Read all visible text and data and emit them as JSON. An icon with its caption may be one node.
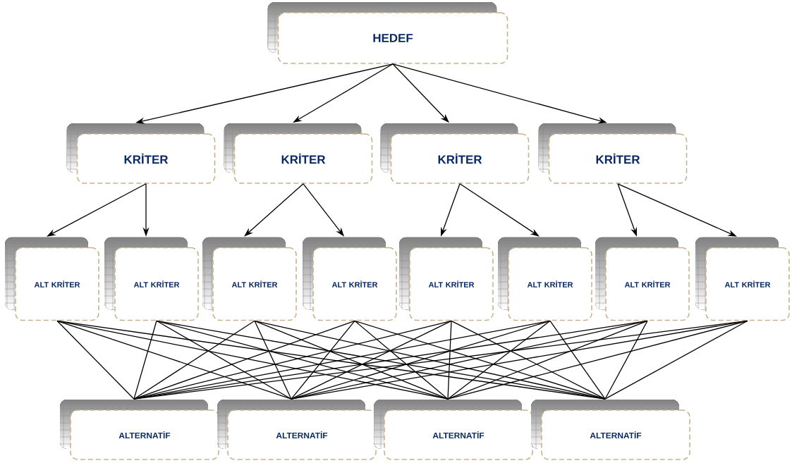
{
  "diagram": {
    "nodes": [
      {
        "text": [
          "HEDEF"
        ]
      },
      {
        "text": [
          "KRİTER"
        ]
      },
      {
        "text": [
          "KRİTER"
        ]
      },
      {
        "text": [
          "KRİTER"
        ]
      },
      {
        "text": [
          "KRİTER"
        ]
      },
      {
        "text": [
          "ALT KRİTER"
        ]
      },
      {
        "text": [
          "ALT KRİTER"
        ]
      },
      {
        "text": [
          "ALT KRİTER"
        ]
      },
      {
        "text": [
          "ALT KRİTER"
        ]
      },
      {
        "text": [
          "ALT KRİTER"
        ]
      },
      {
        "text": [
          "ALT KRİTER"
        ]
      },
      {
        "text": [
          "ALT KRİTER"
        ]
      },
      {
        "text": [
          "ALT KRİTER"
        ]
      },
      {
        "text": [
          "ALTERNATİF"
        ]
      },
      {
        "text": [
          "ALTERNATİF"
        ]
      },
      {
        "text": [
          "ALTERNATİF"
        ]
      },
      {
        "text": [
          "ALTERNATİF"
        ]
      }
    ],
    "edges": [
      {
        "from": 0,
        "to": 1,
        "arrow": "to"
      },
      {
        "from": 0,
        "to": 2,
        "arrow": "to"
      },
      {
        "from": 0,
        "to": 3,
        "arrow": "to"
      },
      {
        "from": 0,
        "to": 4,
        "arrow": "to"
      },
      {
        "from": 1,
        "to": 5,
        "arrow": "to"
      },
      {
        "from": 1,
        "to": 6,
        "arrow": "to"
      },
      {
        "from": 2,
        "to": 7,
        "arrow": "to"
      },
      {
        "from": 2,
        "to": 8,
        "arrow": "to"
      },
      {
        "from": 3,
        "to": 9,
        "arrow": "to"
      },
      {
        "from": 3,
        "to": 10,
        "arrow": "to"
      },
      {
        "from": 4,
        "to": 11,
        "arrow": "to"
      },
      {
        "from": 4,
        "to": 12,
        "arrow": "to"
      },
      {
        "from": 5,
        "to": 13,
        "arrow": "none"
      },
      {
        "from": 5,
        "to": 14,
        "arrow": "none"
      },
      {
        "from": 5,
        "to": 15,
        "arrow": "none"
      },
      {
        "from": 5,
        "to": 16,
        "arrow": "none"
      },
      {
        "from": 6,
        "to": 13,
        "arrow": "none"
      },
      {
        "from": 6,
        "to": 14,
        "arrow": "none"
      },
      {
        "from": 6,
        "to": 15,
        "arrow": "none"
      },
      {
        "from": 6,
        "to": 16,
        "arrow": "none"
      },
      {
        "from": 7,
        "to": 13,
        "arrow": "none"
      },
      {
        "from": 7,
        "to": 14,
        "arrow": "none"
      },
      {
        "from": 7,
        "to": 15,
        "arrow": "none"
      },
      {
        "from": 7,
        "to": 16,
        "arrow": "none"
      },
      {
        "from": 8,
        "to": 13,
        "arrow": "none"
      },
      {
        "from": 8,
        "to": 14,
        "arrow": "none"
      },
      {
        "from": 8,
        "to": 15,
        "arrow": "none"
      },
      {
        "from": 8,
        "to": 16,
        "arrow": "none"
      },
      {
        "from": 9,
        "to": 13,
        "arrow": "none"
      },
      {
        "from": 9,
        "to": 14,
        "arrow": "none"
      },
      {
        "from": 9,
        "to": 15,
        "arrow": "none"
      },
      {
        "from": 9,
        "to": 16,
        "arrow": "none"
      },
      {
        "from": 10,
        "to": 13,
        "arrow": "none"
      },
      {
        "from": 10,
        "to": 14,
        "arrow": "none"
      },
      {
        "from": 10,
        "to": 15,
        "arrow": "none"
      },
      {
        "from": 10,
        "to": 16,
        "arrow": "none"
      },
      {
        "from": 11,
        "to": 13,
        "arrow": "none"
      },
      {
        "from": 11,
        "to": 14,
        "arrow": "none"
      },
      {
        "from": 11,
        "to": 15,
        "arrow": "none"
      },
      {
        "from": 11,
        "to": 16,
        "arrow": "none"
      },
      {
        "from": 12,
        "to": 13,
        "arrow": "none"
      },
      {
        "from": 12,
        "to": 14,
        "arrow": "none"
      },
      {
        "from": 12,
        "to": 15,
        "arrow": "none"
      },
      {
        "from": 12,
        "to": 16,
        "arrow": "none"
      }
    ]
  }
}
